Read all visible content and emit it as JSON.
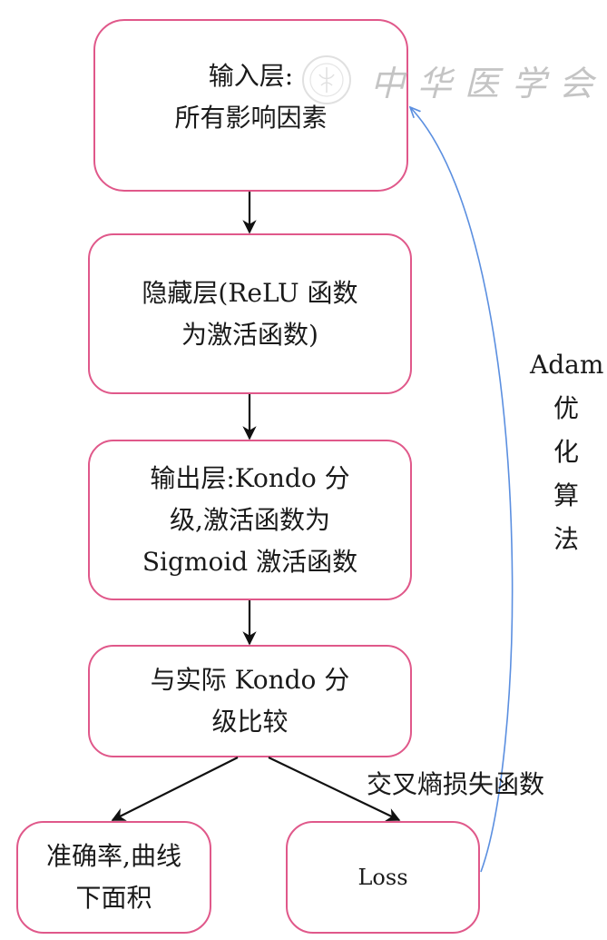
{
  "nodes": {
    "input": {
      "lines": [
        "输入层:",
        "所有影响因素"
      ]
    },
    "hidden": {
      "lines": [
        "隐藏层(ReLU 函数",
        "为激活函数)"
      ]
    },
    "output": {
      "lines": [
        "输出层:Kondo 分",
        "级,激活函数为",
        "Sigmoid 激活函数"
      ]
    },
    "compare": {
      "lines": [
        "与实际 Kondo 分",
        "级比较"
      ]
    },
    "metrics": {
      "lines": [
        "准确率,曲线",
        "下面积"
      ]
    },
    "loss": {
      "lines": [
        "Loss"
      ]
    }
  },
  "edge_labels": {
    "loss_function": "交叉熵损失函数",
    "optimizer": [
      "Adam",
      "优",
      "化",
      "算",
      "法"
    ]
  },
  "watermark": {
    "text": "中华医学会"
  },
  "colors": {
    "box_border": "#e0588a",
    "arrow": "#111111",
    "feedback_curve": "#5b8fe0",
    "watermark": "#c8c8c8"
  }
}
